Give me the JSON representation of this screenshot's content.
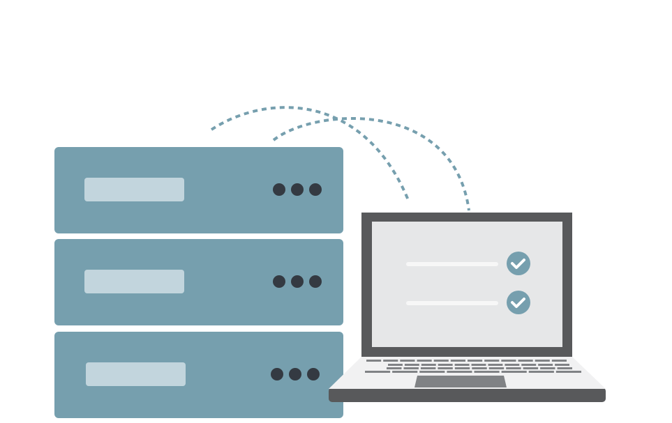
{
  "colors": {
    "server": "#769fae",
    "server_label": "#c2d5dd",
    "server_led": "#343a42",
    "laptop_frame": "#58595b",
    "laptop_screen": "#e6e7e8",
    "laptop_base": "#f1f1f2",
    "screen_line": "#f7f7f7",
    "check_badge": "#769fae",
    "trackpad": "#808285",
    "keys": "#808285",
    "connection": "#769fae"
  },
  "icons": [
    "server-icon",
    "laptop-icon",
    "check-circle-icon",
    "wireless-connection-icon"
  ],
  "servers": [
    {
      "leds": 3
    },
    {
      "leds": 3
    },
    {
      "leds": 3
    }
  ],
  "checklist": [
    {
      "checked": true
    },
    {
      "checked": true
    }
  ]
}
